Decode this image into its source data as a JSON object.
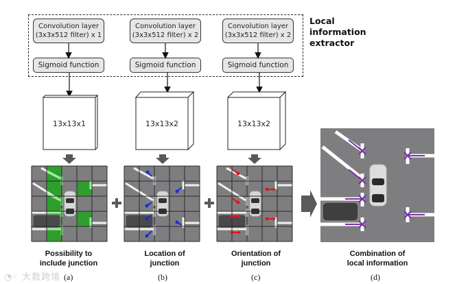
{
  "extractor": {
    "title_line1": "Local",
    "title_line2": "information",
    "title_line3": "extractor",
    "branches": [
      {
        "conv_line1": "Convolution layer",
        "conv_line2": "(3x3x512 filter) x 1",
        "sigmoid": "Sigmoid function",
        "output_shape": "13x13x1"
      },
      {
        "conv_line1": "Convolution layer",
        "conv_line2": "(3x3x512 filter) x 2",
        "sigmoid": "Sigmoid function",
        "output_shape": "13x13x2"
      },
      {
        "conv_line1": "Convolution layer",
        "conv_line2": "(3x3x512 filter) x 2",
        "sigmoid": "Sigmoid function",
        "output_shape": "13x13x2"
      }
    ]
  },
  "panels": [
    {
      "id": "a",
      "caption_line1": "Possibility to",
      "caption_line2": "include junction",
      "label": "(a)",
      "marker_color": "#3ec83e"
    },
    {
      "id": "b",
      "caption_line1": "Location of",
      "caption_line2": "junction",
      "label": "(b)",
      "marker_color": "#1a2bd6"
    },
    {
      "id": "c",
      "caption_line1": "Orientation of",
      "caption_line2": "junction",
      "label": "(c)",
      "marker_color": "#e01818"
    },
    {
      "id": "d",
      "caption_line1": "Combination of",
      "caption_line2": "local information",
      "label": "(d)",
      "marker_color": "#7a2fa8"
    }
  ],
  "operators": {
    "plus": "+"
  },
  "watermark": "大数跨境",
  "colors": {
    "road": "#7e7e80",
    "grid_line": "#2a2a2a",
    "highlight_green": "#2f9e2f",
    "line_white": "#ffffff",
    "arrow_gray": "#595959",
    "box_fill": "#e6e6e6"
  }
}
